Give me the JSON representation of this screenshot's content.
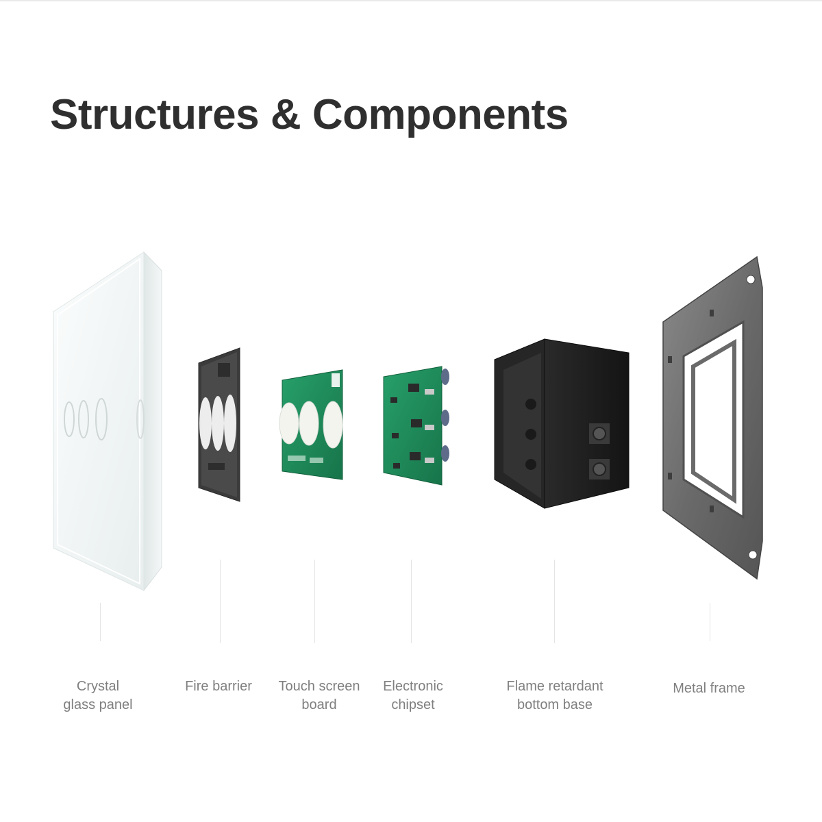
{
  "title": "Structures & Components",
  "components": [
    {
      "id": "glass-panel",
      "lines": [
        "Crystal",
        "glass panel"
      ]
    },
    {
      "id": "fire-barrier",
      "lines": [
        "Fire barrier"
      ]
    },
    {
      "id": "touch-board",
      "lines": [
        "Touch screen",
        "board"
      ]
    },
    {
      "id": "chipset",
      "lines": [
        "Electronic",
        "chipset"
      ]
    },
    {
      "id": "bottom-base",
      "lines": [
        "Flame retardant",
        "bottom base"
      ]
    },
    {
      "id": "metal-frame",
      "lines": [
        "Metal frame"
      ]
    }
  ],
  "colors": {
    "title": "#2f2f2f",
    "label": "#7f7f7f",
    "pcb_green": "#1f8a5a",
    "base_black": "#1e1e1e",
    "frame_grey": "#6c6c6c"
  }
}
